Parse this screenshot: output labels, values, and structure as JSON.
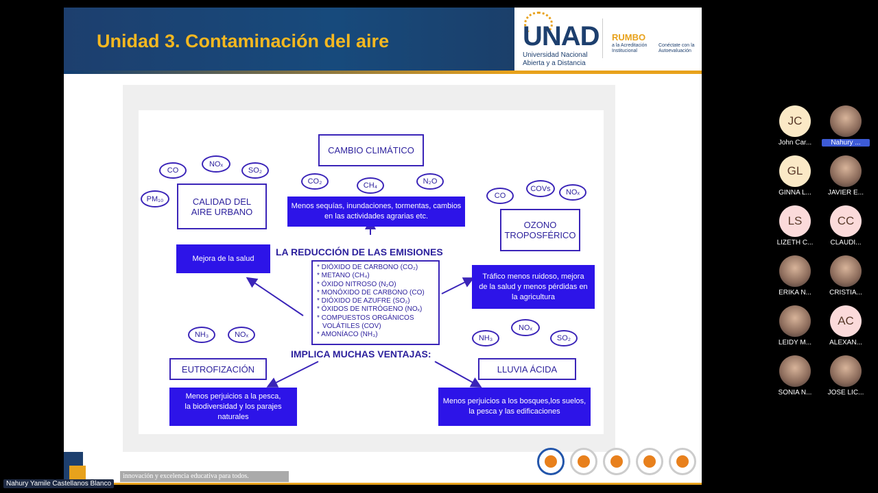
{
  "slide": {
    "title": "Unidad 3. Contaminación del aire",
    "logo": {
      "unad": "UNAD",
      "university": "Universidad Nacional",
      "subtitle": "Abierta y a Distancia",
      "rumbo": "RUMBO",
      "rumbo_sub": "a la Acreditación Institucional",
      "conectate": "Conéctate con la Autoevaluación"
    },
    "footer_slogan": "innovación y excelencia educativa para todos."
  },
  "diagram": {
    "cambio": "CAMBIO CLIMÁTICO",
    "calidad": "CALIDAD DEL AIRE URBANO",
    "ozono": "OZONO TROPOSFÉRICO",
    "eutrofizacion": "EUTROFIZACIÓN",
    "lluvia": "LLUVIA ÁCIDA",
    "cambio_desc": "Menos sequías, inundaciones, tormentas, cambios en las actividades agrarias etc.",
    "mejora_salud": "Mejora de la salud",
    "trafico": "Tráfico menos ruidoso, mejora de la salud y menos pérdidas en la agricultura",
    "eutro_desc": "Menos perjuicios a la pesca, la biodiversidad y los parajes naturales",
    "lluvia_desc": "Menos perjuicios a los bosques,los suelos, la pesca y las edificaciones",
    "heading_top": "LA REDUCCIÓN DE LAS EMISIONES",
    "heading_bottom": "IMPLICA MUCHAS VENTAJAS:",
    "center_list": [
      "* DIÓXIDO DE CARBONO (CO₂)",
      "* METANO (CH₄)",
      "* ÓXIDO NITROSO (N₂O)",
      "* MONÓXIDO DE CARBONO (CO)",
      "* DIÓXIDO DE AZUFRE (SO₂)",
      "* ÓXIDOS DE NITRÓGENO (NOₓ)",
      "* COMPUESTOS ORGÁNICOS",
      "  VOLÁTILES (COV)",
      "* AMONÍACO (NH₃)"
    ],
    "ovals": {
      "co_a": "CO",
      "nox_a": "NOₓ",
      "so2_a": "SO₂",
      "pm10": "PM₁₀",
      "co2": "CO₂",
      "ch4": "CH₄",
      "n2o": "N₂O",
      "co_b": "CO",
      "covs": "COVs",
      "nox_b": "NOₓ",
      "nh3_a": "NH₃",
      "nox_c": "NOₓ",
      "nh3_b": "NH₃",
      "nox_d": "NOₓ",
      "so2_b": "SO₂"
    }
  },
  "meeting": {
    "presenter": "Nahury Yamile Castellanos Blanco",
    "participants": [
      {
        "initials": "JC",
        "name": "John Car..."
      },
      {
        "initials": "",
        "name": "Nahury ..."
      },
      {
        "initials": "GL",
        "name": "GINNA L..."
      },
      {
        "initials": "",
        "name": "JAVIER E..."
      },
      {
        "initials": "LS",
        "name": "LIZETH C..."
      },
      {
        "initials": "CC",
        "name": "CLAUDI..."
      },
      {
        "initials": "",
        "name": "ERIKA N..."
      },
      {
        "initials": "",
        "name": "CRISTIA..."
      },
      {
        "initials": "",
        "name": "LEIDY M..."
      },
      {
        "initials": "AC",
        "name": "ALEXAN..."
      },
      {
        "initials": "",
        "name": "SONIA N..."
      },
      {
        "initials": "",
        "name": "JOSE LIC..."
      }
    ]
  },
  "colors": {
    "avatar_bg": "#fbe9c6",
    "avatar_bg_pink": "#fbdada",
    "diagram_blue": "#2d14e8"
  }
}
